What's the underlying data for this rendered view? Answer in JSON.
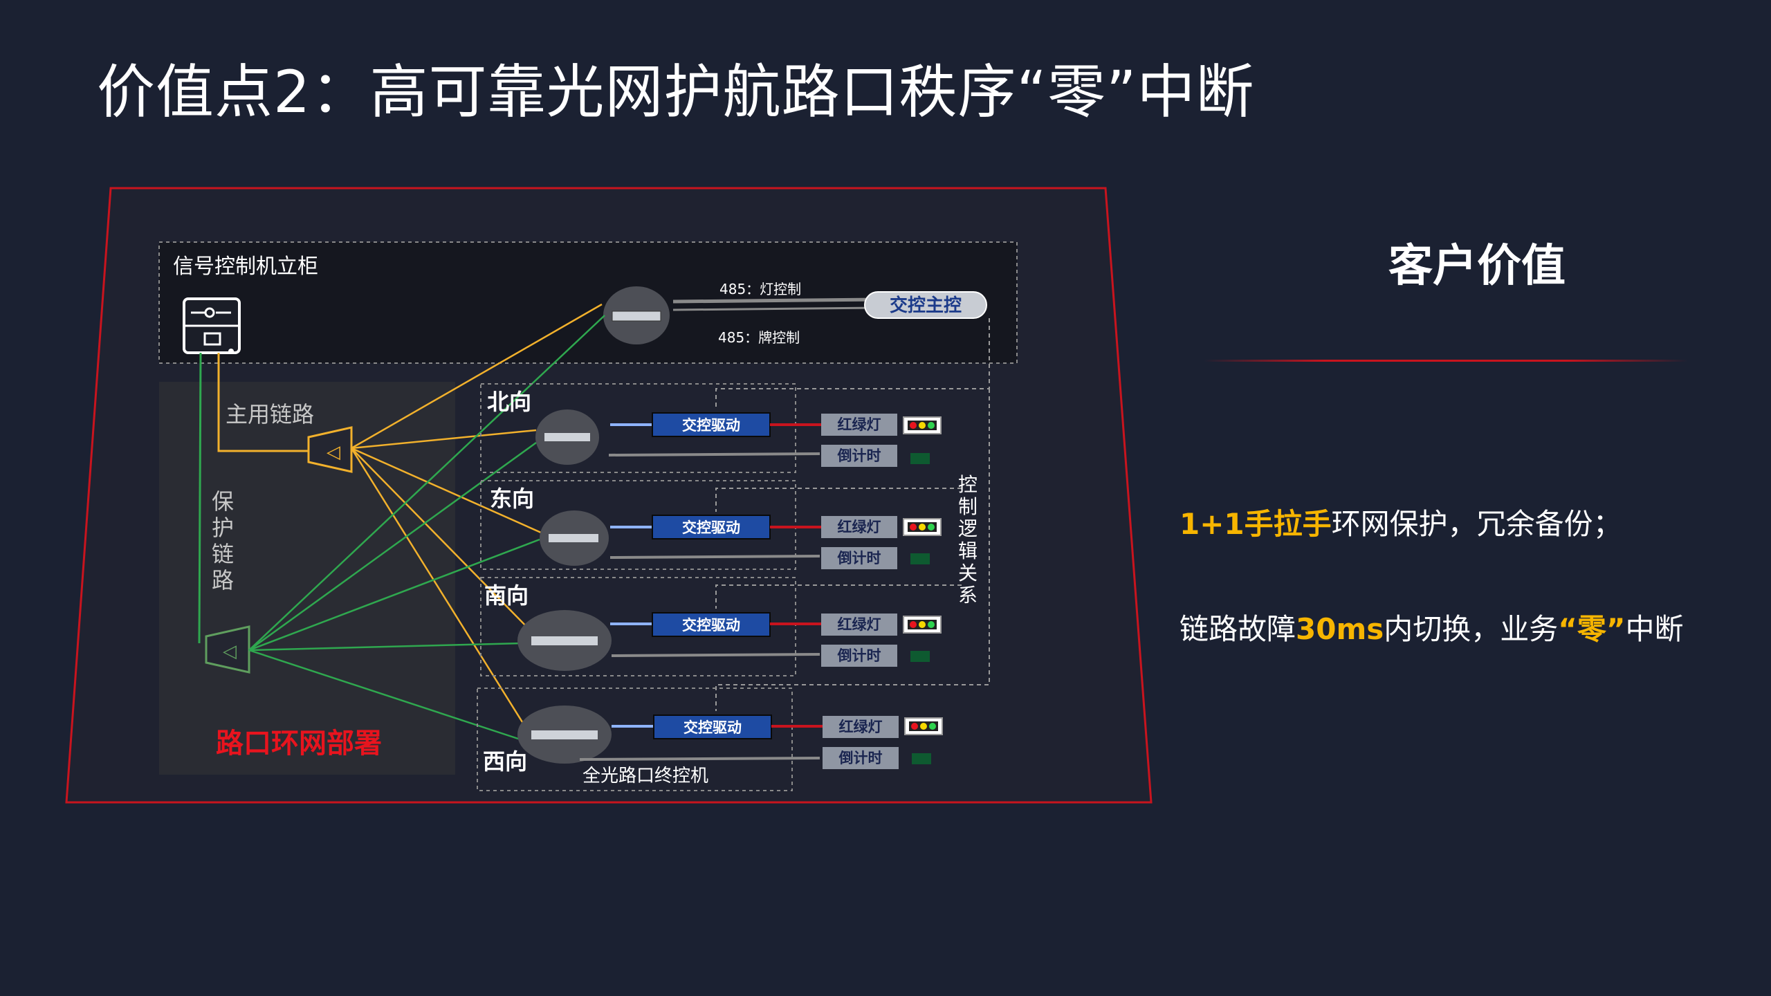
{
  "title": "价值点2：高可靠光网护航路口秩序“零”中断",
  "diagram": {
    "cabinet_label": "信号控制机立柜",
    "link_485_light": "485：灯控制",
    "link_485_sign": "485：牌控制",
    "main_controller": "交控主控",
    "primary_link": "主用链路",
    "protect_link": [
      "保",
      "护",
      "链",
      "路"
    ],
    "ring_deploy": "路口环网部署",
    "control_logic": [
      "控",
      "制",
      "逻",
      "辑",
      "关",
      "系"
    ],
    "terminal_label": "全光路口终控机",
    "driver_label": "交控驱动",
    "signal_light_label": "红绿灯",
    "countdown_label": "倒计时",
    "directions": [
      "北向",
      "东向",
      "南向",
      "西向"
    ],
    "colors": {
      "primary_link": "#f2b12c",
      "protect_link": "#2fa84f",
      "frame": "#c8141e",
      "driver_link": "#8fb4ff",
      "light_link": "#c8141e"
    }
  },
  "customer_value": {
    "heading": "客户价值",
    "item1": {
      "highlight": "1+1手拉手",
      "rest": "环网保护，冗余备份；"
    },
    "item2": {
      "before": "链路故障",
      "highlight": "30ms",
      "middle": "内切换，业务",
      "highlight2": "“零”",
      "after": "中断"
    }
  }
}
